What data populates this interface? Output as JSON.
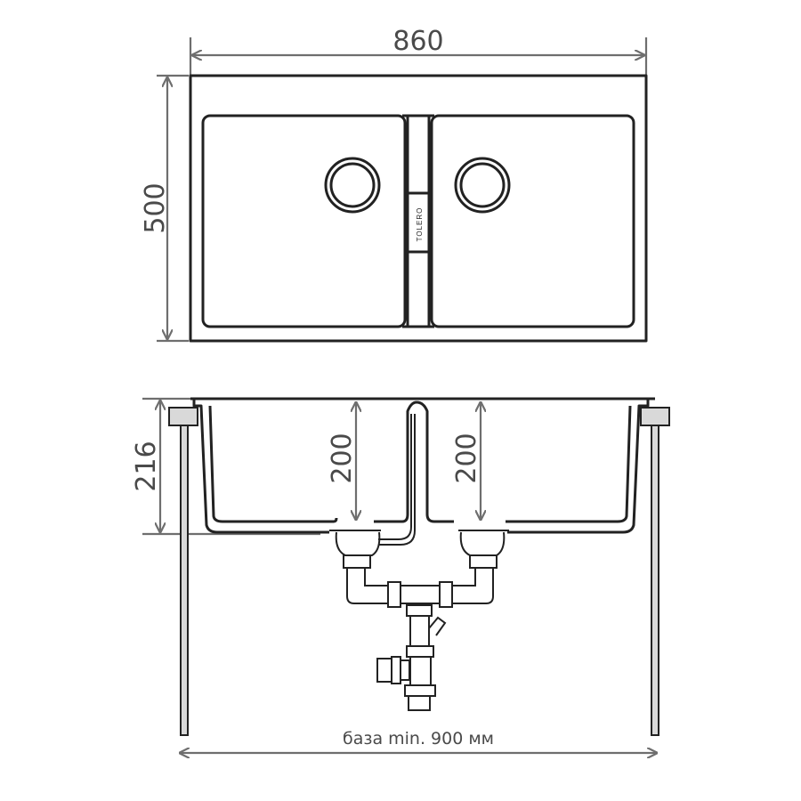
{
  "dimensions": {
    "width": "860",
    "depth": "500",
    "height": "216",
    "bowl_depth_left": "200",
    "bowl_depth_right": "200",
    "base": "база min. 900 мм"
  },
  "logo": "TOLERO",
  "colors": {
    "line": "#222222",
    "dimension": "#6e6e6e",
    "leg": "#d9d9d9"
  }
}
